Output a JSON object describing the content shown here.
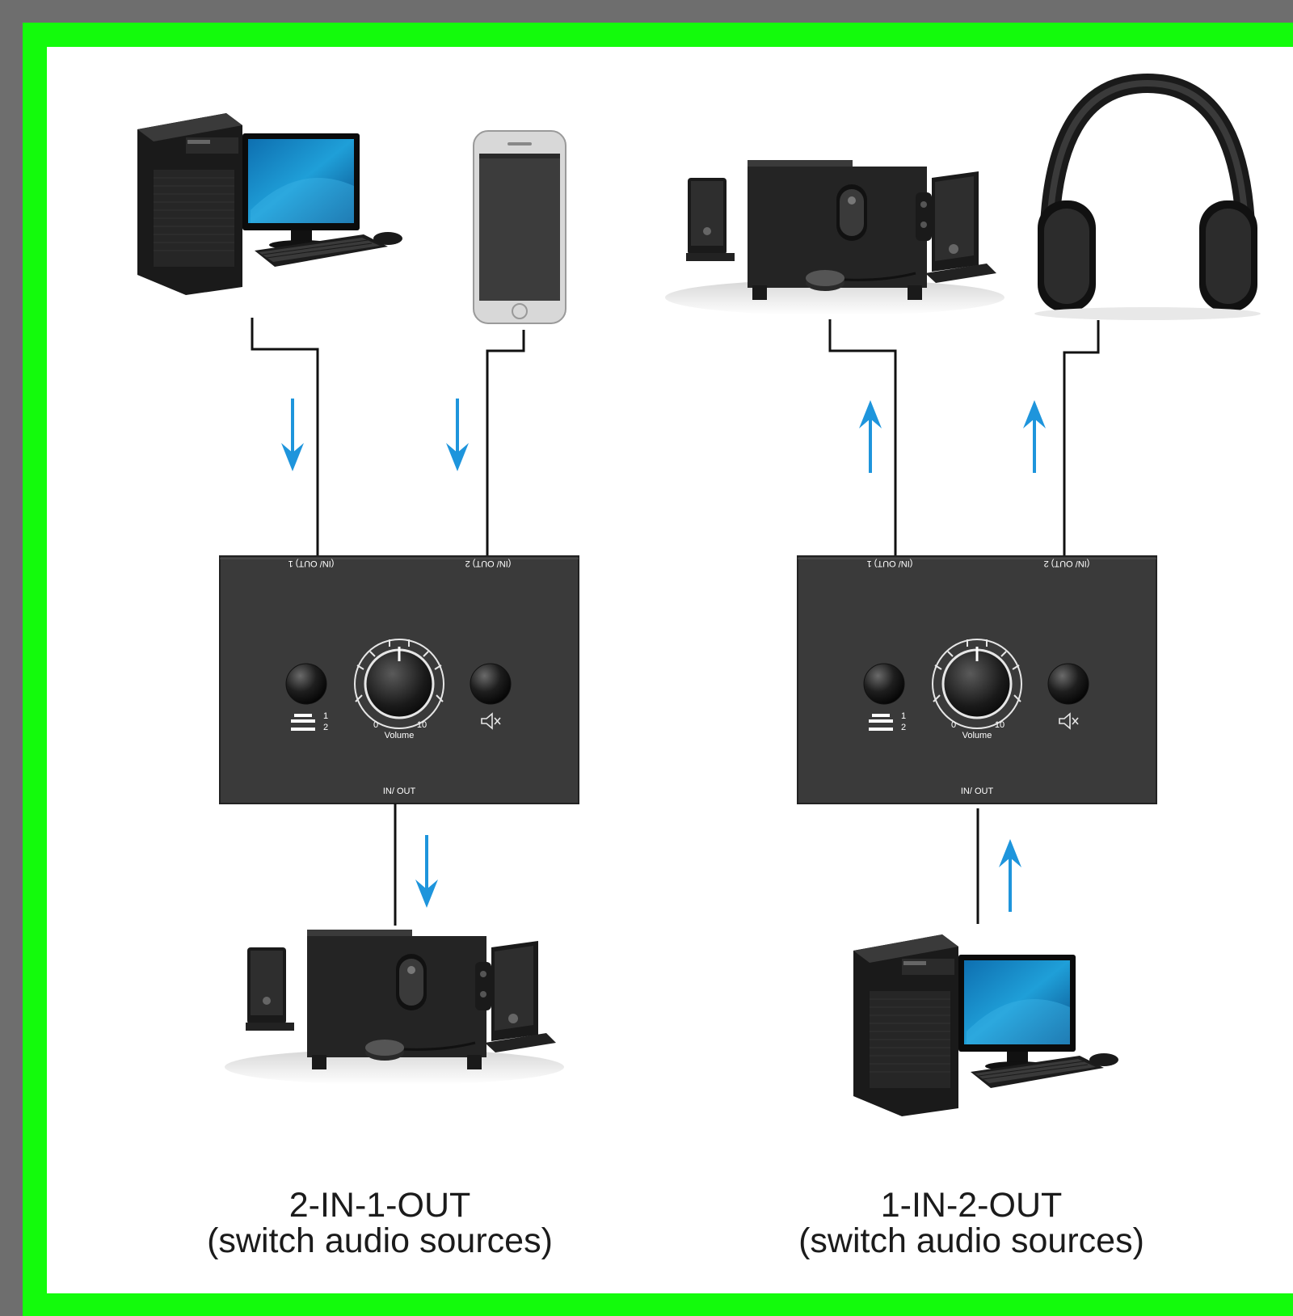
{
  "colors": {
    "outer_border": "#6e6e6e",
    "frame": "#13fb0c",
    "background": "#ffffff",
    "arrow": "#1e95dc",
    "box": "#3a3a3a",
    "line": "#111111"
  },
  "left_panel": {
    "port_labels": [
      "(IN/ OUT) 1",
      "(IN/ OUT) 2"
    ],
    "switch_labels": [
      "1",
      "2"
    ],
    "volume_min": "0",
    "volume_max": "10",
    "volume_label": "Volume",
    "bottom_port": "IN/ OUT",
    "caption_line1": "2-IN-1-OUT",
    "caption_line2": "(switch audio sources)",
    "inputs": [
      "desktop-computer",
      "smartphone"
    ],
    "outputs": [
      "speaker-system"
    ],
    "arrow_direction": "down"
  },
  "right_panel": {
    "port_labels": [
      "(IN/ OUT) 1",
      "(IN/ OUT) 2"
    ],
    "switch_labels": [
      "1",
      "2"
    ],
    "volume_min": "0",
    "volume_max": "10",
    "volume_label": "Volume",
    "bottom_port": "IN/ OUT",
    "caption_line1": "1-IN-2-OUT",
    "caption_line2": "(switch audio sources)",
    "inputs": [
      "desktop-computer"
    ],
    "outputs": [
      "speaker-system",
      "headphones"
    ],
    "arrow_direction": "up"
  },
  "icons": [
    "desktop-computer-icon",
    "smartphone-icon",
    "speaker-system-icon",
    "headphones-icon",
    "mute-icon",
    "switch-icon",
    "volume-knob-icon",
    "arrow-icon"
  ]
}
